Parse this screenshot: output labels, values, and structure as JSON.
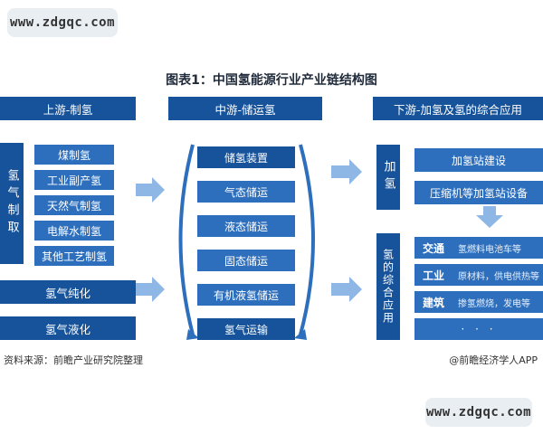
{
  "watermark": {
    "top": "www.zdgqc.com",
    "bottom": "www.zdgqc.com"
  },
  "title": "图表1：中国氢能源行业产业链结构图",
  "upstream": {
    "header": "上游-制氢",
    "side_label": "氢气制取",
    "methods": [
      "煤制氢",
      "工业副产氢",
      "天然气制氢",
      "电解水制氢",
      "其他工艺制氢"
    ],
    "purify": "氢气纯化",
    "liquefy": "氢气液化"
  },
  "midstream": {
    "header": "中游-储运氢",
    "device": "储氢装置",
    "items": [
      "气态储运",
      "液态储运",
      "固态储运",
      "有机液氢储运"
    ],
    "transport": "氢气运输"
  },
  "downstream": {
    "header": "下游-加氢及氢的综合应用",
    "station_label": "加氢",
    "stations": [
      "加氢站建设",
      "压缩机等加氢站设备"
    ],
    "app_label": "氢的综合应用",
    "apps": [
      {
        "key": "交通",
        "value": "氢燃料电池车等"
      },
      {
        "key": "工业",
        "value": "原材料，供电供热等"
      },
      {
        "key": "建筑",
        "value": "掺氢燃烧，发电等"
      }
    ],
    "dots": "· · ·"
  },
  "footer": {
    "source": "资料来源：前瞻产业研究院整理",
    "credit": "@前瞻经济学人APP"
  },
  "colors": {
    "dark_blue": "#17539a",
    "mid_blue": "#2d6fbd",
    "arrow": "#8fb7e6"
  }
}
